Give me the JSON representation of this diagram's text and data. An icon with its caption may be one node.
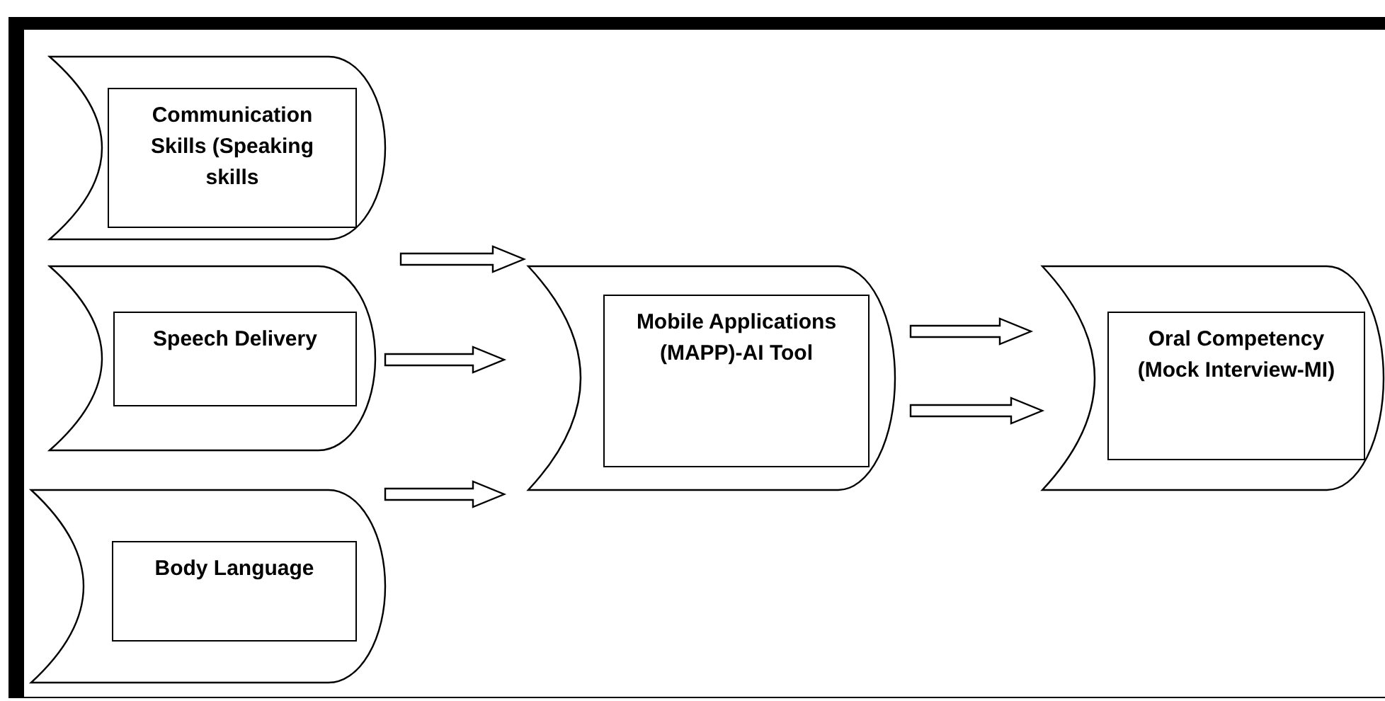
{
  "diagram": {
    "nodes": [
      {
        "text": [],
        "shape": "cylinder"
      },
      {
        "text": [
          "Communication Skills (Speaking skills"
        ],
        "in": 0
      },
      {
        "text": [],
        "shape": "cylinder"
      },
      {
        "text": [
          "Speech Delivery"
        ],
        "in": 2
      },
      {
        "text": [],
        "shape": "cylinder"
      },
      {
        "text": [
          "Body Language"
        ],
        "in": 4
      },
      {
        "text": [],
        "shape": "cylinder"
      },
      {
        "text": [
          "Mobile Applications (MAPP)-AI Tool"
        ],
        "in": 6
      },
      {
        "text": [],
        "shape": "cylinder"
      },
      {
        "text": [
          "Oral Competency (Mock Interview-MI)"
        ],
        "in": 8
      }
    ],
    "edges": [
      {
        "from": 0,
        "to": 6,
        "arrow": "to"
      },
      {
        "from": 2,
        "to": 6,
        "arrow": "to"
      },
      {
        "from": 4,
        "to": 6,
        "arrow": "to"
      },
      {
        "from": 6,
        "to": 8,
        "arrow": "to"
      },
      {
        "from": 6,
        "to": 8,
        "arrow": "to"
      }
    ]
  }
}
